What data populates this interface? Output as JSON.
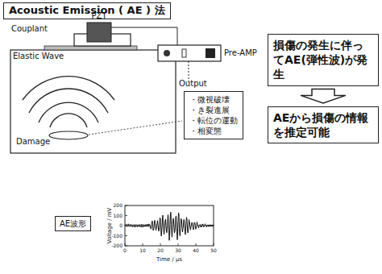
{
  "diagram": {
    "title": "Acoustic Emission ( AE ) 法",
    "nodes": [
      {
        "text": [
          "・微視破壊",
          "・き裂進展",
          "・転位の運動",
          "・相変態"
        ]
      },
      {
        "text": [
          "損傷の発生に伴ってAE(弾性波)が発生"
        ]
      },
      {
        "text": [
          "AEから損傷の情報を推定可能"
        ]
      },
      {
        "text": [
          "AE波形"
        ]
      }
    ],
    "edges": [
      {
        "from": 1,
        "to": 2,
        "arrow": "to"
      }
    ],
    "labels": [
      "Couplant",
      "PZT",
      "Elastic Wave",
      "Pre-AMP",
      "Output",
      "Damage",
      "Voltage / mV",
      "200",
      "100",
      "0",
      "-100",
      "-200",
      "0",
      "10",
      "20",
      "30",
      "40",
      "50",
      "Time / µs"
    ]
  }
}
